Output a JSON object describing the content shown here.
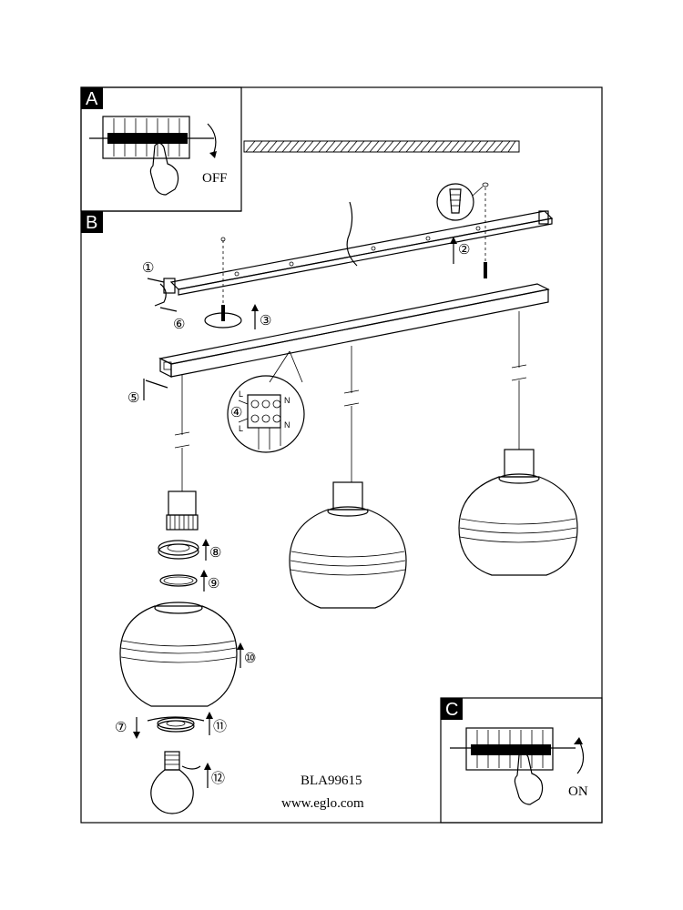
{
  "panels": {
    "a": {
      "label": "A",
      "note": "OFF"
    },
    "b": {
      "label": "B"
    },
    "c": {
      "label": "C",
      "note": "ON"
    }
  },
  "steps": [
    "①",
    "②",
    "③",
    "④",
    "⑤",
    "⑥",
    "⑦",
    "⑧",
    "⑨",
    "⑩",
    "⑪",
    "⑫"
  ],
  "terminal": {
    "top_right": "N",
    "bottom_right": "N",
    "top_left": "L",
    "bottom_left": "L"
  },
  "footer": {
    "model": "BLA99615",
    "website": "www.eglo.com"
  }
}
